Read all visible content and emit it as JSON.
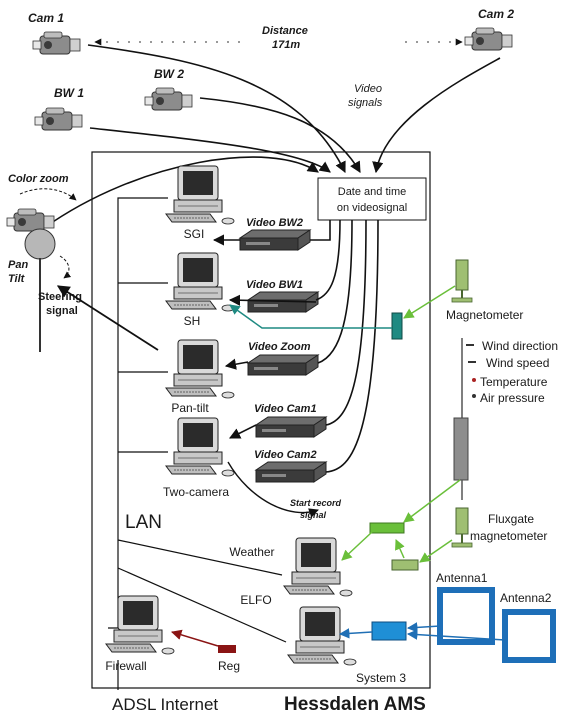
{
  "title": "Hessdalen AMS",
  "cameras": {
    "cam1": "Cam 1",
    "cam2": "Cam 2",
    "bw1": "BW 1",
    "bw2": "BW 2",
    "distance_label": "Distance",
    "distance_value": "171m",
    "video_signals": [
      "Video",
      "signals"
    ]
  },
  "pan_tilt": {
    "color_zoom": "Color zoom",
    "pan_tilt": [
      "Pan",
      "Tilt"
    ],
    "steering": [
      "Steering",
      "signal"
    ]
  },
  "date_box": [
    "Date and time",
    "on videosignal"
  ],
  "computers": {
    "sgi": "SGI",
    "sh": "SH",
    "pan_tilt": "Pan-tilt",
    "two_camera": "Two-camera",
    "weather": "Weather",
    "elfo": "ELFO",
    "firewall": "Firewall"
  },
  "recorders": {
    "bw2": "Video BW2",
    "bw1": "Video BW1",
    "zoom": "Video Zoom",
    "cam1": "Video Cam1",
    "cam2": "Video Cam2",
    "start_record": [
      "Start record",
      "signal"
    ]
  },
  "sensors": {
    "magnetometer": "Magnetometer",
    "wind_direction": "Wind direction",
    "wind_speed": "Wind speed",
    "temperature": "Temperature",
    "air_pressure": "Air pressure",
    "fluxgate": [
      "Fluxgate",
      "magnetometer"
    ],
    "antenna1": "Antenna1",
    "antenna2": "Antenna2",
    "reg": "Reg"
  },
  "network": {
    "lan": "LAN",
    "system": "System 3",
    "internet": "ADSL Internet"
  },
  "colors": {
    "green_arrow": "#6abf3a",
    "teal_arrow": "#1f8a82",
    "blue_arrow": "#1f6fb5",
    "red_arrow": "#8a1414",
    "antenna": "#1e6fb8",
    "sensor_green": "#9fbf72"
  }
}
